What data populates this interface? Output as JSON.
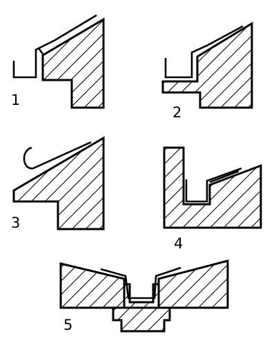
{
  "diagram": {
    "figures": [
      {
        "id": "1",
        "label": "1",
        "hook_style": "u-channel"
      },
      {
        "id": "2",
        "label": "2",
        "hook_style": "u-channel-on-step"
      },
      {
        "id": "3",
        "label": "3",
        "hook_style": "curled-hook"
      },
      {
        "id": "4",
        "label": "4",
        "hook_style": "recessed-u-channel"
      },
      {
        "id": "5",
        "label": "5",
        "hook_style": "valley-u-channel"
      }
    ],
    "colors": {
      "line": "#000000",
      "background": "#ffffff"
    }
  }
}
